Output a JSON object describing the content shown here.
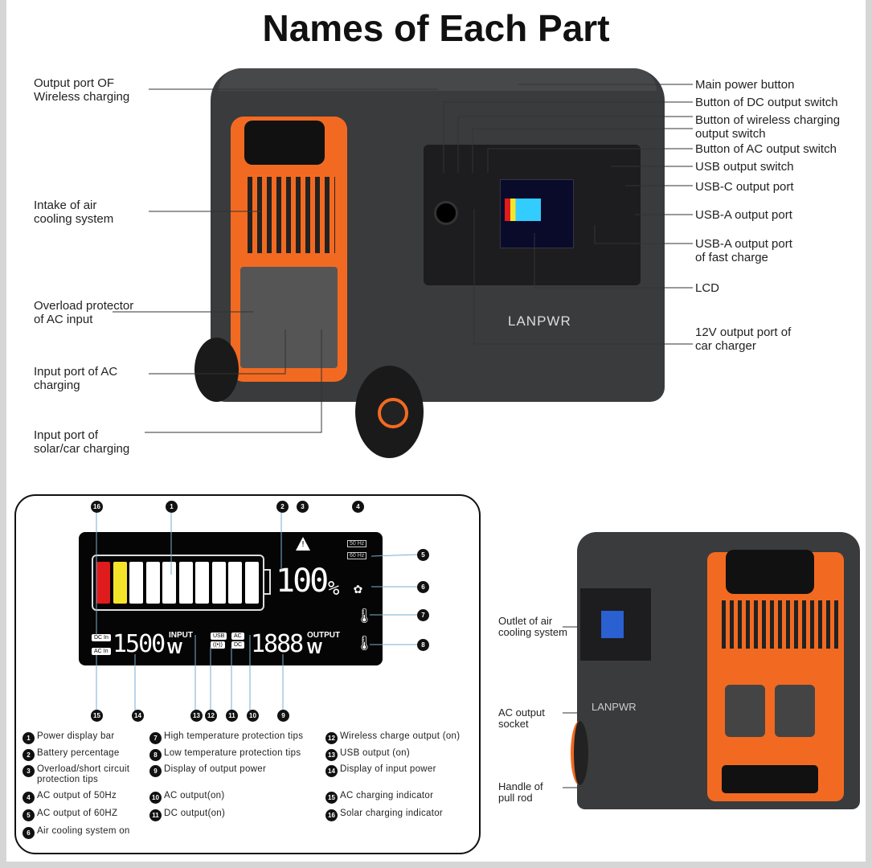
{
  "title": "Names of Each Part",
  "brand": "LANPWR",
  "main_labels_left": [
    "Output port OF\nWireless charging",
    "Intake of air\ncooling system",
    "Overload protector\nof AC input",
    "Input port of AC\ncharging",
    "Input port of\nsolar/car charging"
  ],
  "main_labels_right": [
    "Main power button",
    "Button of DC output switch",
    "Button of wireless charging\noutput switch",
    "Button of AC output switch",
    "USB output switch",
    "USB-C output port",
    "USB-A output port",
    "USB-A output port\nof fast charge",
    "LCD",
    "12V output port of\ncar charger"
  ],
  "lcd": {
    "battery_percent": "100",
    "percent_sign": "%",
    "input_value": "1500",
    "input_label": "INPUT",
    "output_value": "1888",
    "output_label": "OUTPUT",
    "unit": "W",
    "hz50": "50 Hz",
    "hz60": "60 Hz",
    "dc_in": "DC In",
    "ac_in": "AC In",
    "usb": "USB",
    "wireless": "((•))",
    "ac": "AC",
    "dc": "DC",
    "warning": "!",
    "battery_level": 1.0
  },
  "callout_numbers": [
    "1",
    "2",
    "3",
    "4",
    "5",
    "6",
    "7",
    "8",
    "9",
    "10",
    "11",
    "12",
    "13",
    "14",
    "15",
    "16"
  ],
  "legend": [
    {
      "n": "1",
      "text": "Power display bar"
    },
    {
      "n": "2",
      "text": "Battery percentage"
    },
    {
      "n": "3",
      "text": "Overload/short circuit\nprotection tips"
    },
    {
      "n": "4",
      "text": "AC output of 50Hz"
    },
    {
      "n": "5",
      "text": "AC output of 60HZ"
    },
    {
      "n": "6",
      "text": "Air cooling system on"
    },
    {
      "n": "7",
      "text": "High temperature protection tips"
    },
    {
      "n": "8",
      "text": "Low temperature protection tips"
    },
    {
      "n": "9",
      "text": "Display of output power"
    },
    {
      "n": "10",
      "text": "AC output(on)"
    },
    {
      "n": "11",
      "text": "DC output(on)"
    },
    {
      "n": "12",
      "text": "Wireless charge output (on)"
    },
    {
      "n": "13",
      "text": "USB output (on)"
    },
    {
      "n": "14",
      "text": "Display of input power"
    },
    {
      "n": "15",
      "text": "AC charging indicator"
    },
    {
      "n": "16",
      "text": "Solar charging indicator"
    }
  ],
  "side_labels": [
    "Outlet of air\ncooling system",
    "AC output\nsocket",
    "Handle of\npull rod"
  ],
  "colors": {
    "orange": "#f26a21",
    "body": "#3a3b3d",
    "lcd_red": "#e01b1b",
    "lcd_yellow": "#f5e52a"
  }
}
